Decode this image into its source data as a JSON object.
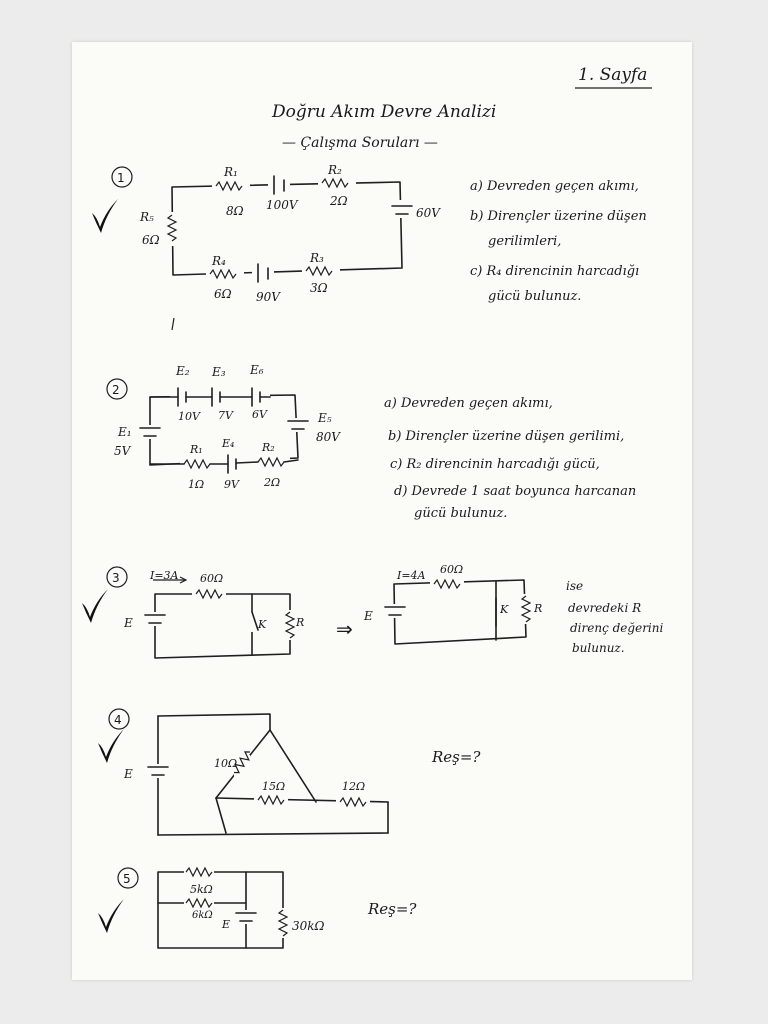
{
  "page": {
    "label": "1. Sayfa",
    "title": "Doğru Akım Devre Analizi",
    "subtitle": "— Çalışma Soruları —"
  },
  "q1": {
    "number": "1",
    "r1": "R₁",
    "r1v": "8Ω",
    "b1v": "100V",
    "r2": "R₂",
    "r2v": "2Ω",
    "r5": "R₅",
    "r5v": "6Ω",
    "b2v": "60V",
    "r4": "R₄",
    "r4v": "6Ω",
    "b3v": "90V",
    "r3": "R₃",
    "r3v": "3Ω",
    "questions": [
      "a) Devreden geçen akımı,",
      "b) Dirençler üzerine düşen",
      "gerilimleri,",
      "c) R₄ direncinin harcadığı",
      "gücü bulunuz."
    ]
  },
  "q2": {
    "number": "2",
    "e2": "E₂",
    "e3": "E₃",
    "e6": "E₆",
    "e2v": "10V",
    "e3v": "7V",
    "e6v": "6V",
    "e1": "E₁",
    "e1v": "5V",
    "e5": "E₅",
    "e5v": "80V",
    "r1": "R₁",
    "e4": "E₄",
    "r2": "R₂",
    "r1v": "1Ω",
    "e4v": "9V",
    "r2v": "2Ω",
    "questions": [
      "a) Devreden geçen akımı,",
      "b) Dirençler üzerine düşen gerilimi,",
      "c) R₂ direncinin harcadığı gücü,",
      "d) Devrede 1 saat boyunca harcanan",
      "gücü bulunuz."
    ]
  },
  "q3": {
    "number": "3",
    "left_current": "I=3A",
    "left_r": "60Ω",
    "e": "E",
    "k": "K",
    "r": "R",
    "arrow": "⇒",
    "right_current": "I=4A",
    "right_r": "60Ω",
    "note": [
      "ise",
      "devredeki R",
      "direnç değerini",
      "bulunuz."
    ]
  },
  "q4": {
    "number": "4",
    "e": "E",
    "r_a": "10Ω",
    "r_b": "15Ω",
    "r_c": "12Ω",
    "question": "Reş=?"
  },
  "q5": {
    "number": "5",
    "r_a": "5kΩ",
    "r_b": "6kΩ",
    "e": "E",
    "r_c": "30kΩ",
    "question": "Reş=?"
  }
}
